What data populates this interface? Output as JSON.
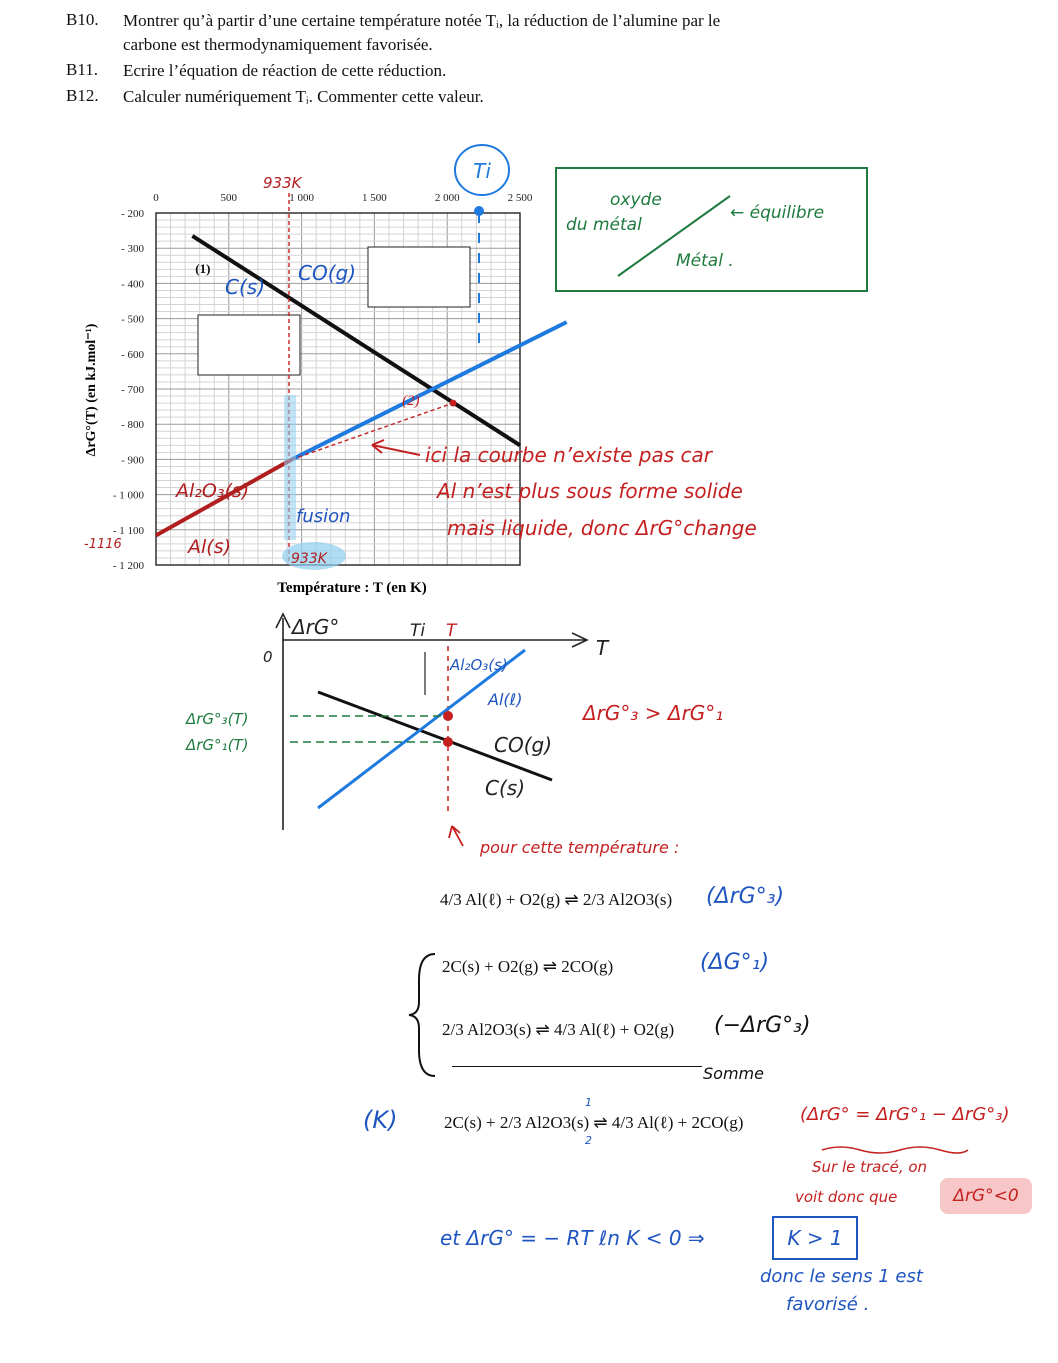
{
  "questions": [
    {
      "num": "B10.",
      "line1": "Montrer qu’à partir d’une certaine température notée Tᵢ, la réduction de l’alumine par le",
      "line2": "carbone est thermodynamiquement favorisée."
    },
    {
      "num": "B11.",
      "line1": "Ecrire l’équation de réaction de cette réduction."
    },
    {
      "num": "B12.",
      "line1": "Calculer numériquement Tᵢ. Commenter cette valeur."
    }
  ],
  "chart_data": {
    "type": "line",
    "ylabel": "ΔrG°(T) (en kJ.mol⁻¹)",
    "xlabel": "Température : T (en K)",
    "x_ticks": [
      "0",
      "500",
      "1 000",
      "1 500",
      "2 000",
      "2 500"
    ],
    "y_ticks": [
      "- 200",
      "- 300",
      "- 400",
      "- 500",
      "- 600",
      "- 700",
      "- 800",
      "- 900",
      "- 1 000",
      "- 1 100",
      "- 1 200"
    ],
    "xlim": [
      0,
      2500
    ],
    "ylim": [
      -1200,
      -200
    ],
    "grid": true,
    "series": [
      {
        "name": "(1)",
        "points": [
          [
            250,
            -265
          ],
          [
            2500,
            -860
          ]
        ],
        "color": "#111111"
      },
      {
        "name": "(2)",
        "points": [
          [
            0,
            -1116
          ],
          [
            933,
            -900
          ]
        ],
        "color": "#b01e1e"
      },
      {
        "points": [
          [
            933,
            -900
          ],
          [
            2820,
            -510
          ]
        ],
        "color": "#1f7ae0"
      },
      {
        "points": [
          [
            933,
            -900
          ],
          [
            2040,
            -740
          ]
        ],
        "color": "#c42020",
        "dashed": true
      }
    ],
    "marker_933": 933,
    "series_label_1": "(1)",
    "series_label_2": "(2)"
  },
  "annotations": {
    "label_933_top": "933K",
    "label_Ti": "Ti",
    "label_Cs": "C(s)",
    "label_COg": "CO(g)",
    "label_Al2O3": "Al₂O₃(s)",
    "label_Als": "Al(s)",
    "label_1116": "-1116",
    "label_fusion": "fusion",
    "label_933_bottom": "933K",
    "note_line1": "ici la courbe n’existe pas car",
    "note_line2": "Al n’est plus sous forme solide",
    "note_line3": "mais liquide, donc ΔrG°change",
    "legend_oxyde": "oxyde",
    "legend_dumetal": "du métal",
    "legend_equilibre": "← équilibre",
    "legend_metal": "Métal ."
  },
  "sketch": {
    "axis_label": "ΔrG°",
    "origin": "0",
    "t_label": "T",
    "ti_label": "Ti",
    "tt_label": "T",
    "label_al2o3": "Al₂O₃(s)",
    "label_all": "Al(ℓ)",
    "label_co": "CO(g)",
    "label_cs": "C(s)",
    "label_g3": "ΔrG°₃(T)",
    "label_g1": "ΔrG°₁(T)",
    "compare": "ΔrG°₃ > ΔrG°₁",
    "arrow_note": "pour cette température :"
  },
  "equations": {
    "eq_top": "4/3 Al(ℓ) + O2(g) ⇌ 2/3 Al2O3(s)",
    "eq_top_tag": "(ΔrG°₃)",
    "eq_a": "2C(s) + O2(g) ⇌ 2CO(g)",
    "eq_a_tag": "(ΔG°₁)",
    "eq_b": "2/3 Al2O3(s) ⇌ 4/3 Al(ℓ) + O2(g)",
    "eq_b_tag": "(−ΔrG°₃)",
    "somme": "Somme",
    "k_label": "(K)",
    "eq_total": "2C(s) + 2/3 Al2O3(s) ⇌ 4/3 Al(ℓ) + 2CO(g)",
    "eq_total_tag": "(ΔrG° = ΔrG°₁ − ΔrG°₃)",
    "arrow_1": "1",
    "arrow_2": "2",
    "trace_note": "Sur le tracé, on",
    "trace_note2": "voit donc que",
    "trace_result": "ΔrG°<0",
    "final_eq": "et ΔrG° = − RT ℓn K < 0 ⇒",
    "final_box": "K > 1",
    "final_note1": "donc le sens 1 est",
    "final_note2": "favorisé ."
  }
}
